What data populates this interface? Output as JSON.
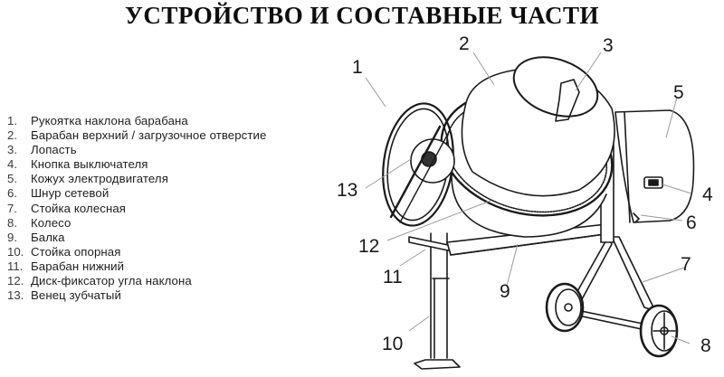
{
  "title": "УСТРОЙСТВО И СОСТАВНЫЕ ЧАСТИ",
  "legend": {
    "items": [
      {
        "num": "1.",
        "label": "Рукоятка наклона барабана"
      },
      {
        "num": "2.",
        "label": "Барабан верхний / загрузочное отверстие"
      },
      {
        "num": "3.",
        "label": "Лопасть"
      },
      {
        "num": "4.",
        "label": "Кнопка выключателя"
      },
      {
        "num": "5.",
        "label": "Кожух электродвигателя"
      },
      {
        "num": "6.",
        "label": "Шнур сетевой"
      },
      {
        "num": "7.",
        "label": "Стойка колесная"
      },
      {
        "num": "8.",
        "label": "Колесо"
      },
      {
        "num": "9.",
        "label": "Балка"
      },
      {
        "num": "10.",
        "label": "Стойка опорная"
      },
      {
        "num": "11.",
        "label": "Барабан нижний"
      },
      {
        "num": "12.",
        "label": "Диск-фиксатор угла наклона"
      },
      {
        "num": "13.",
        "label": "Венец зубчатый"
      }
    ]
  },
  "diagram": {
    "subject": "concrete-mixer",
    "callouts": [
      {
        "id": "1",
        "label": "1"
      },
      {
        "id": "2",
        "label": "2"
      },
      {
        "id": "3",
        "label": "3"
      },
      {
        "id": "4",
        "label": "4"
      },
      {
        "id": "5",
        "label": "5"
      },
      {
        "id": "6",
        "label": "6"
      },
      {
        "id": "7",
        "label": "7"
      },
      {
        "id": "8",
        "label": "8"
      },
      {
        "id": "9",
        "label": "9"
      },
      {
        "id": "10",
        "label": "10"
      },
      {
        "id": "11",
        "label": "11"
      },
      {
        "id": "12",
        "label": "12"
      },
      {
        "id": "13",
        "label": "13"
      }
    ],
    "colors": {
      "line": "#1a1a1a",
      "leader": "#9a9a9a",
      "fill": "#ffffff"
    }
  }
}
